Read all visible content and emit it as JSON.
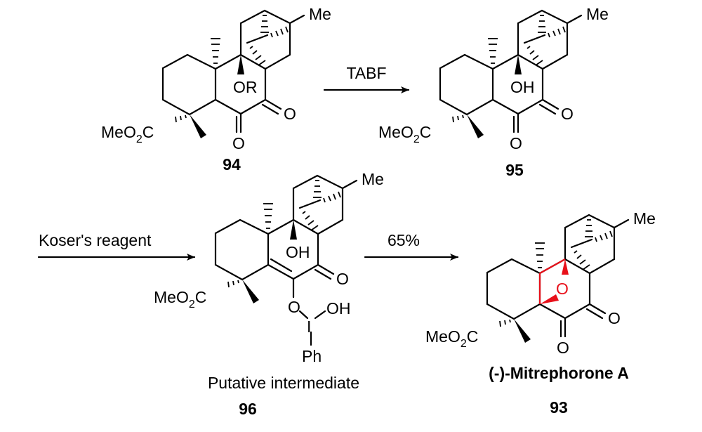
{
  "atoms": {
    "me": "Me",
    "o": "O",
    "oh": "OH",
    "or": "OR",
    "i": "I",
    "ph": "Ph",
    "ester_a": "MeO",
    "ester_sub": "2",
    "ester_c": "C"
  },
  "compounds": {
    "c94": {
      "label": "94"
    },
    "c95": {
      "label": "95"
    },
    "c96": {
      "label": "96",
      "caption": "Putative intermediate"
    },
    "c93": {
      "label": "93",
      "name": "(-)-Mitrephorone A"
    }
  },
  "arrows": {
    "a1": {
      "reagent": "TABF"
    },
    "a2": {
      "reagent": "Koser's reagent"
    },
    "a3": {
      "reagent": "65%"
    }
  },
  "colors": {
    "highlight": "#e8101a"
  }
}
